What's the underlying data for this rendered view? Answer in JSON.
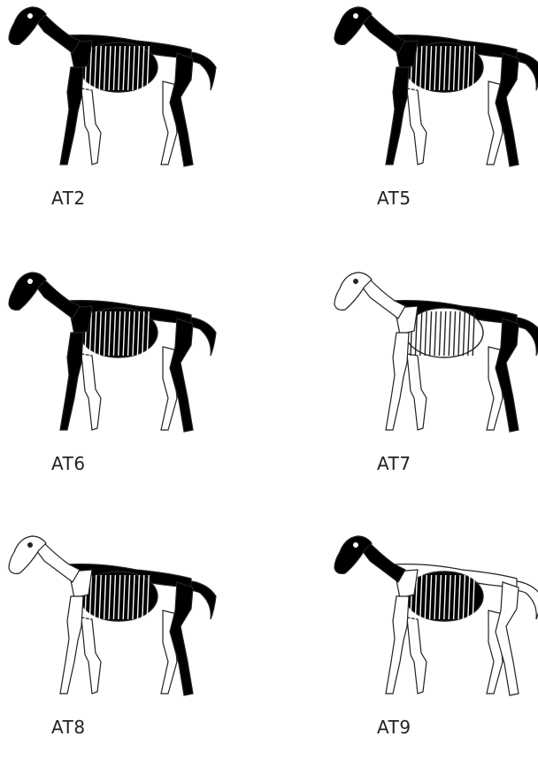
{
  "colors": {
    "stained": "#000000",
    "unstained": "#ffffff",
    "outline": "#222222"
  },
  "panels": [
    {
      "label": "AT2",
      "stained": {
        "skull": true,
        "neck": true,
        "ribs": true,
        "spine": true,
        "tail": true,
        "forelimb_left": true,
        "forelimb_right": false,
        "hindlimb_left": true,
        "hindlimb_right": false,
        "scapula": true
      }
    },
    {
      "label": "AT5",
      "stained": {
        "skull": true,
        "neck": true,
        "ribs": true,
        "spine": true,
        "tail": true,
        "forelimb_left": true,
        "forelimb_right": false,
        "hindlimb_left": true,
        "hindlimb_right": false,
        "scapula": true
      }
    },
    {
      "label": "AT6",
      "stained": {
        "skull": true,
        "neck": true,
        "ribs": true,
        "spine": true,
        "tail": true,
        "forelimb_left": true,
        "forelimb_right": false,
        "hindlimb_left": true,
        "hindlimb_right": false,
        "scapula": true
      }
    },
    {
      "label": "AT7",
      "stained": {
        "skull": false,
        "neck": false,
        "ribs": false,
        "spine": true,
        "tail": true,
        "forelimb_left": false,
        "forelimb_right": false,
        "hindlimb_left": true,
        "hindlimb_right": false,
        "scapula": false
      }
    },
    {
      "label": "AT8",
      "stained": {
        "skull": false,
        "neck": false,
        "ribs": true,
        "spine": true,
        "tail": true,
        "forelimb_left": false,
        "forelimb_right": false,
        "hindlimb_left": true,
        "hindlimb_right": false,
        "scapula": false
      }
    },
    {
      "label": "AT9",
      "stained": {
        "skull": true,
        "neck": true,
        "ribs": true,
        "spine": false,
        "tail": false,
        "forelimb_left": false,
        "forelimb_right": false,
        "hindlimb_left": false,
        "hindlimb_right": false,
        "scapula": false
      }
    }
  ]
}
